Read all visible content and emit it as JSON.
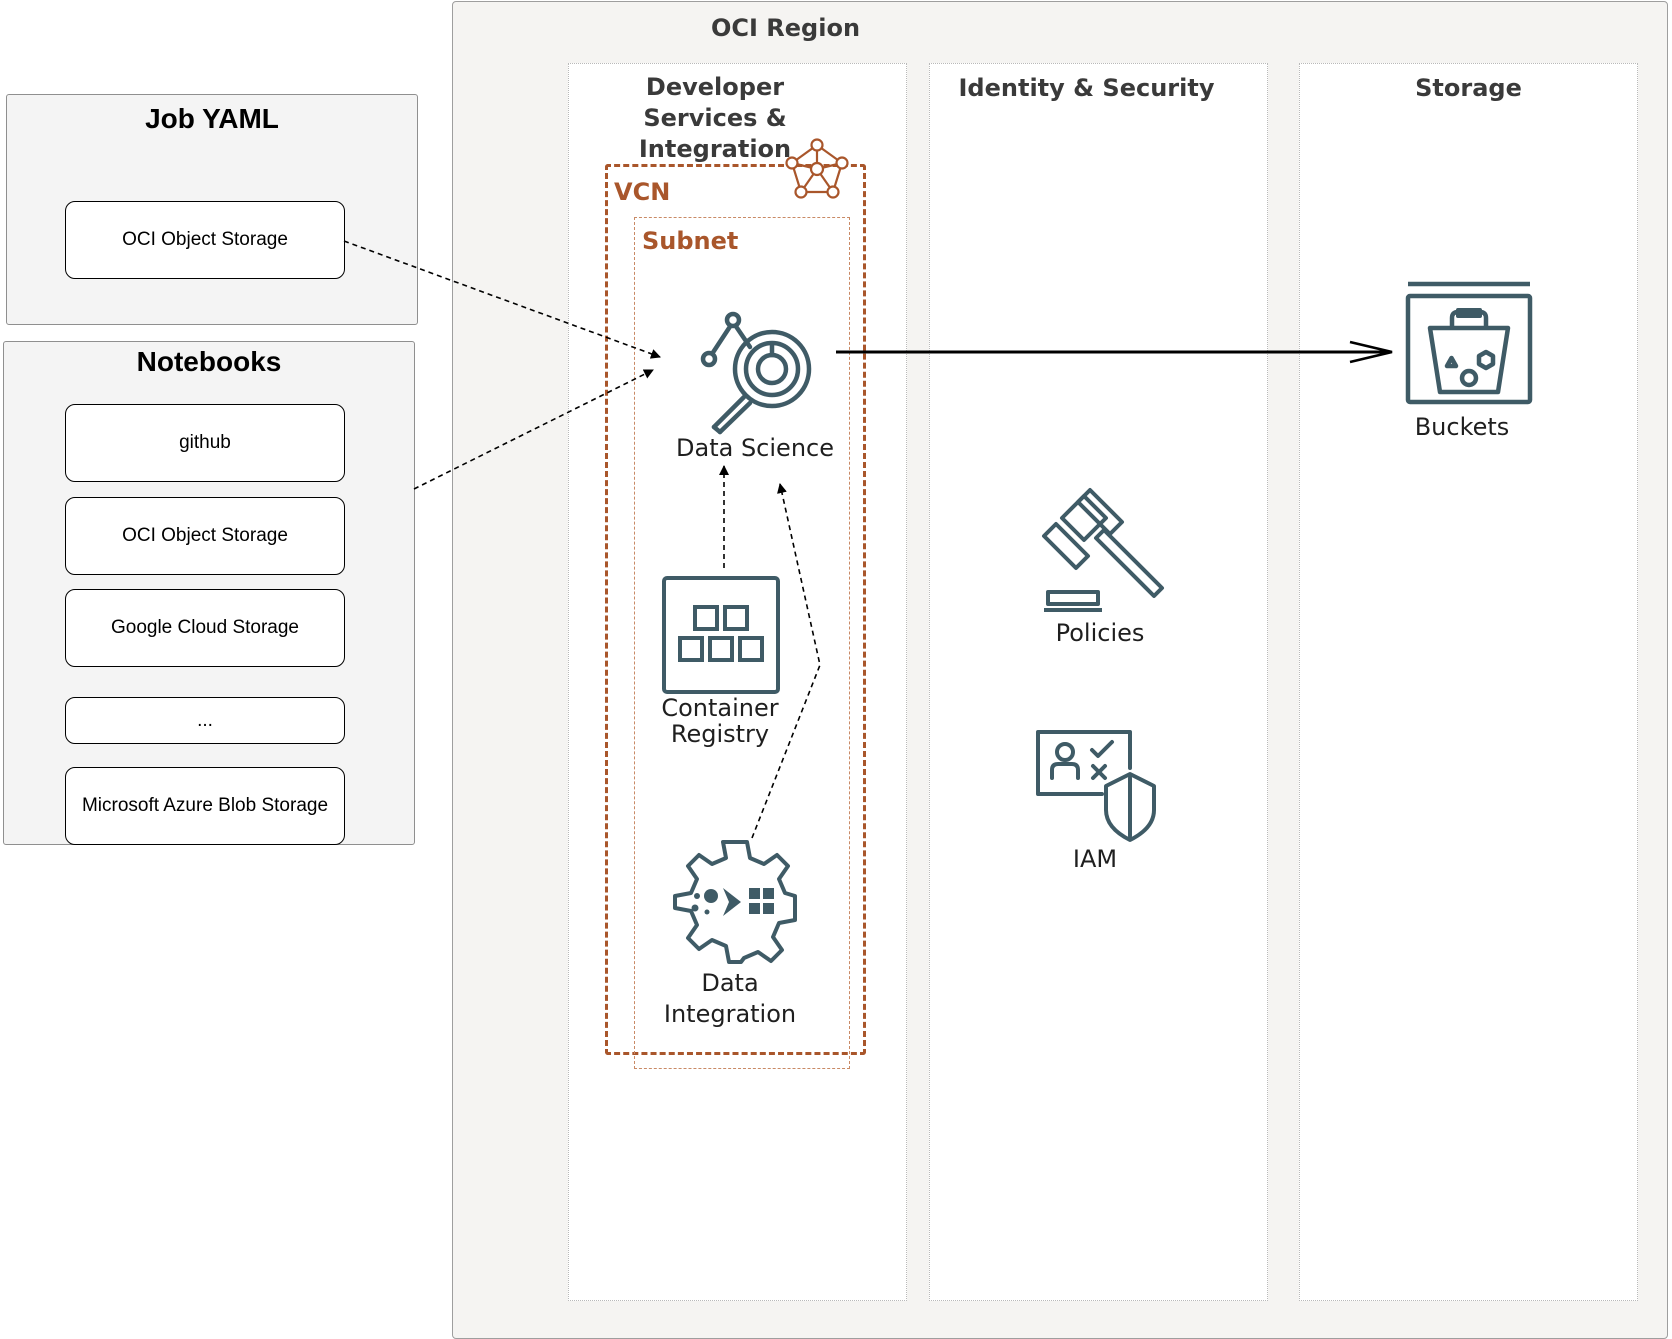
{
  "job_yaml": {
    "title": "Job YAML",
    "sources": [
      "OCI Object Storage"
    ]
  },
  "notebooks": {
    "title": "Notebooks",
    "sources": [
      "github",
      "OCI Object Storage",
      "Google Cloud Storage",
      "...",
      "Microsoft Azure Blob Storage"
    ]
  },
  "region": {
    "title": "OCI Region",
    "columns": {
      "dev": "Developer Services &\nIntegration",
      "identity": "Identity & Security",
      "storage": "Storage"
    },
    "vcn_label": "VCN",
    "subnet_label": "Subnet",
    "services": {
      "data_science": "Data Science",
      "container_registry": "Container\nRegistry",
      "data_integration": "Data\nIntegration",
      "policies": "Policies",
      "iam": "IAM",
      "buckets": "Buckets"
    }
  },
  "colors": {
    "icon": "#3f5b66",
    "vcn_accent": "#a9562b",
    "arrow": "#000000"
  }
}
